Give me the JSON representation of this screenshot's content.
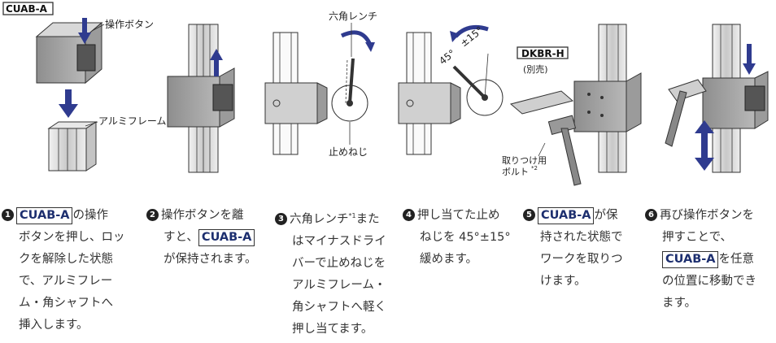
{
  "labels": {
    "model": "CUABA",
    "model_display": "CUAB-A",
    "op_button": "操作ボタン",
    "alum_frame": "アルミフレーム",
    "hex_wrench": "六角レンチ",
    "set_screw": "止めねじ",
    "angle": "45°±15°",
    "angle_a": "45°",
    "angle_b": "±15°",
    "accessory_model": "DKBR-H",
    "accessory_note": "(別売)",
    "mount_bolt_1": "取りつけ用",
    "mount_bolt_2": "ボルト",
    "mount_bolt_sup": "*2"
  },
  "steps": [
    {
      "num": "1",
      "rows": [
        [
          {
            "box": "CUAB-A"
          },
          {
            "text": "の操作"
          }
        ],
        [
          {
            "text": "ボタンを押し、ロッ"
          }
        ],
        [
          {
            "text": "クを解除した状態"
          }
        ],
        [
          {
            "text": "で、アルミフレー"
          }
        ],
        [
          {
            "text": "ム・角シャフトへ"
          }
        ],
        [
          {
            "text": "挿入します。"
          }
        ]
      ]
    },
    {
      "num": "2",
      "rows": [
        [
          {
            "text": "操作ボタンを離"
          }
        ],
        [
          {
            "text": "すと、"
          },
          {
            "box": "CUAB-A"
          }
        ],
        [
          {
            "text": "が保持されます。"
          }
        ]
      ]
    },
    {
      "num": "3",
      "rows": [
        [
          {
            "text": "六角レンチ"
          },
          {
            "sup": "*1"
          },
          {
            "text": "また"
          }
        ],
        [
          {
            "text": "はマイナスドライ"
          }
        ],
        [
          {
            "text": "バーで止めねじを"
          }
        ],
        [
          {
            "text": "アルミフレーム・"
          }
        ],
        [
          {
            "text": "角シャフトへ軽く"
          }
        ],
        [
          {
            "text": "押し当てます。"
          }
        ]
      ]
    },
    {
      "num": "4",
      "rows": [
        [
          {
            "text": "押し当てた止め"
          }
        ],
        [
          {
            "text": "ねじを 45°±15°"
          }
        ],
        [
          {
            "text": "緩めます。"
          }
        ]
      ]
    },
    {
      "num": "5",
      "rows": [
        [
          {
            "box": "CUAB-A"
          },
          {
            "text": "が保"
          }
        ],
        [
          {
            "text": "持された状態で"
          }
        ],
        [
          {
            "text": "ワークを取りつ"
          }
        ],
        [
          {
            "text": "けます。"
          }
        ]
      ]
    },
    {
      "num": "6",
      "rows": [
        [
          {
            "text": "再び操作ボタンを"
          }
        ],
        [
          {
            "text": "押すことで、"
          }
        ],
        [
          {
            "box": "CUAB-A"
          },
          {
            "text": "を任意"
          }
        ],
        [
          {
            "text": "の位置に移動でき"
          }
        ],
        [
          {
            "text": "ます。"
          }
        ]
      ]
    }
  ]
}
